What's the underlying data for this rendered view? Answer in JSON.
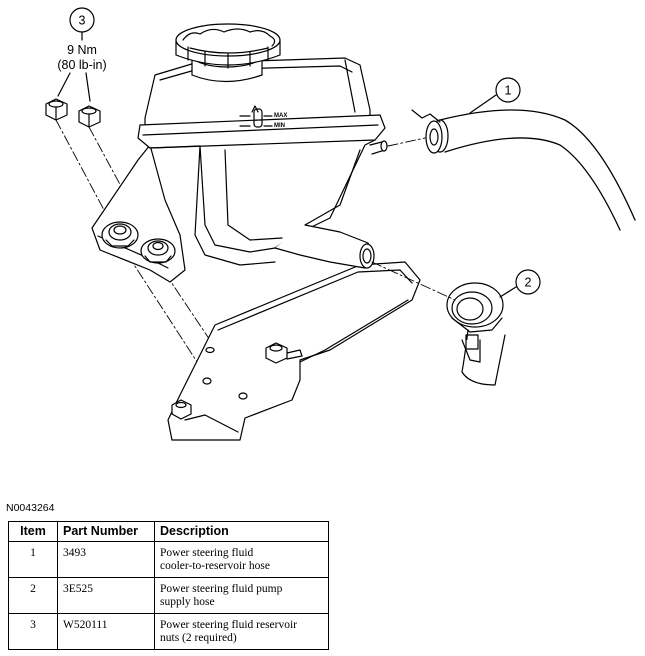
{
  "callouts": {
    "c1": "1",
    "c2": "2",
    "c3": "3",
    "torque_nm": "9 Nm",
    "torque_lbin": "(80 lb-in)"
  },
  "reservoir_marks": {
    "max": "MAX",
    "min": "MIN"
  },
  "figure_id": "N0043264",
  "table": {
    "headers": {
      "item": "Item",
      "part_number": "Part Number",
      "description": "Description"
    },
    "rows": [
      {
        "item": "1",
        "part_number": "3493",
        "desc1": "Power steering fluid",
        "desc2": "cooler-to-reservoir hose"
      },
      {
        "item": "2",
        "part_number": "3E525",
        "desc1": "Power steering fluid pump",
        "desc2": "supply hose"
      },
      {
        "item": "3",
        "part_number": "W520111",
        "desc1": "Power steering fluid reservoir",
        "desc2": "nuts (2 required)"
      }
    ]
  }
}
